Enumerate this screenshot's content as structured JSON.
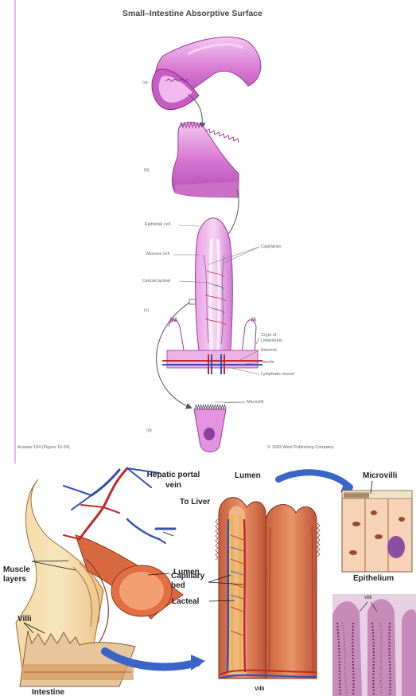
{
  "top": {
    "title": "Small–Intestine Absorptive Surface",
    "panel_a": "(a)",
    "panel_b": "(b)",
    "panel_c": "(c)",
    "panel_d": "(d)",
    "labels": {
      "epithelial_cell": "Epithelial cell",
      "mucous_cell": "Mucous cell",
      "central_lacteal": "Central lacteal",
      "capillaries": "Capillaries",
      "crypt": "Crypt of Lieberkühn",
      "arteriole": "Arteriole",
      "venule": "Venule",
      "lymphatic_vessel": "Lymphatic vessel",
      "microvilli": "Microvilli"
    },
    "footer_left": "Acetate 154 (Figure 16-24)",
    "footer_right": "© 1993 West Publishing Company"
  },
  "bottom": {
    "hepatic_portal_vein": "Hepatic portal vein",
    "to_liver": "To Liver",
    "muscle_layers": "Muscle layers",
    "lumen_left": "Lumen",
    "villi_left": "Villi",
    "intestine": "Intestine",
    "lumen_mid": "Lumen",
    "capillary_bed": "Capillary bed",
    "lacteal": "Lacteal",
    "villi_mid": "Villi",
    "microvilli": "Microvilli",
    "epithelium": "Epithelium",
    "villi_photo": "Villi"
  },
  "colors": {
    "pink": "#d86fd6",
    "pink_light": "#f2c6f0",
    "orange": "#d4744c",
    "artery": "#c0282a",
    "vein": "#3350b8",
    "arrow": "#3a64c8"
  }
}
